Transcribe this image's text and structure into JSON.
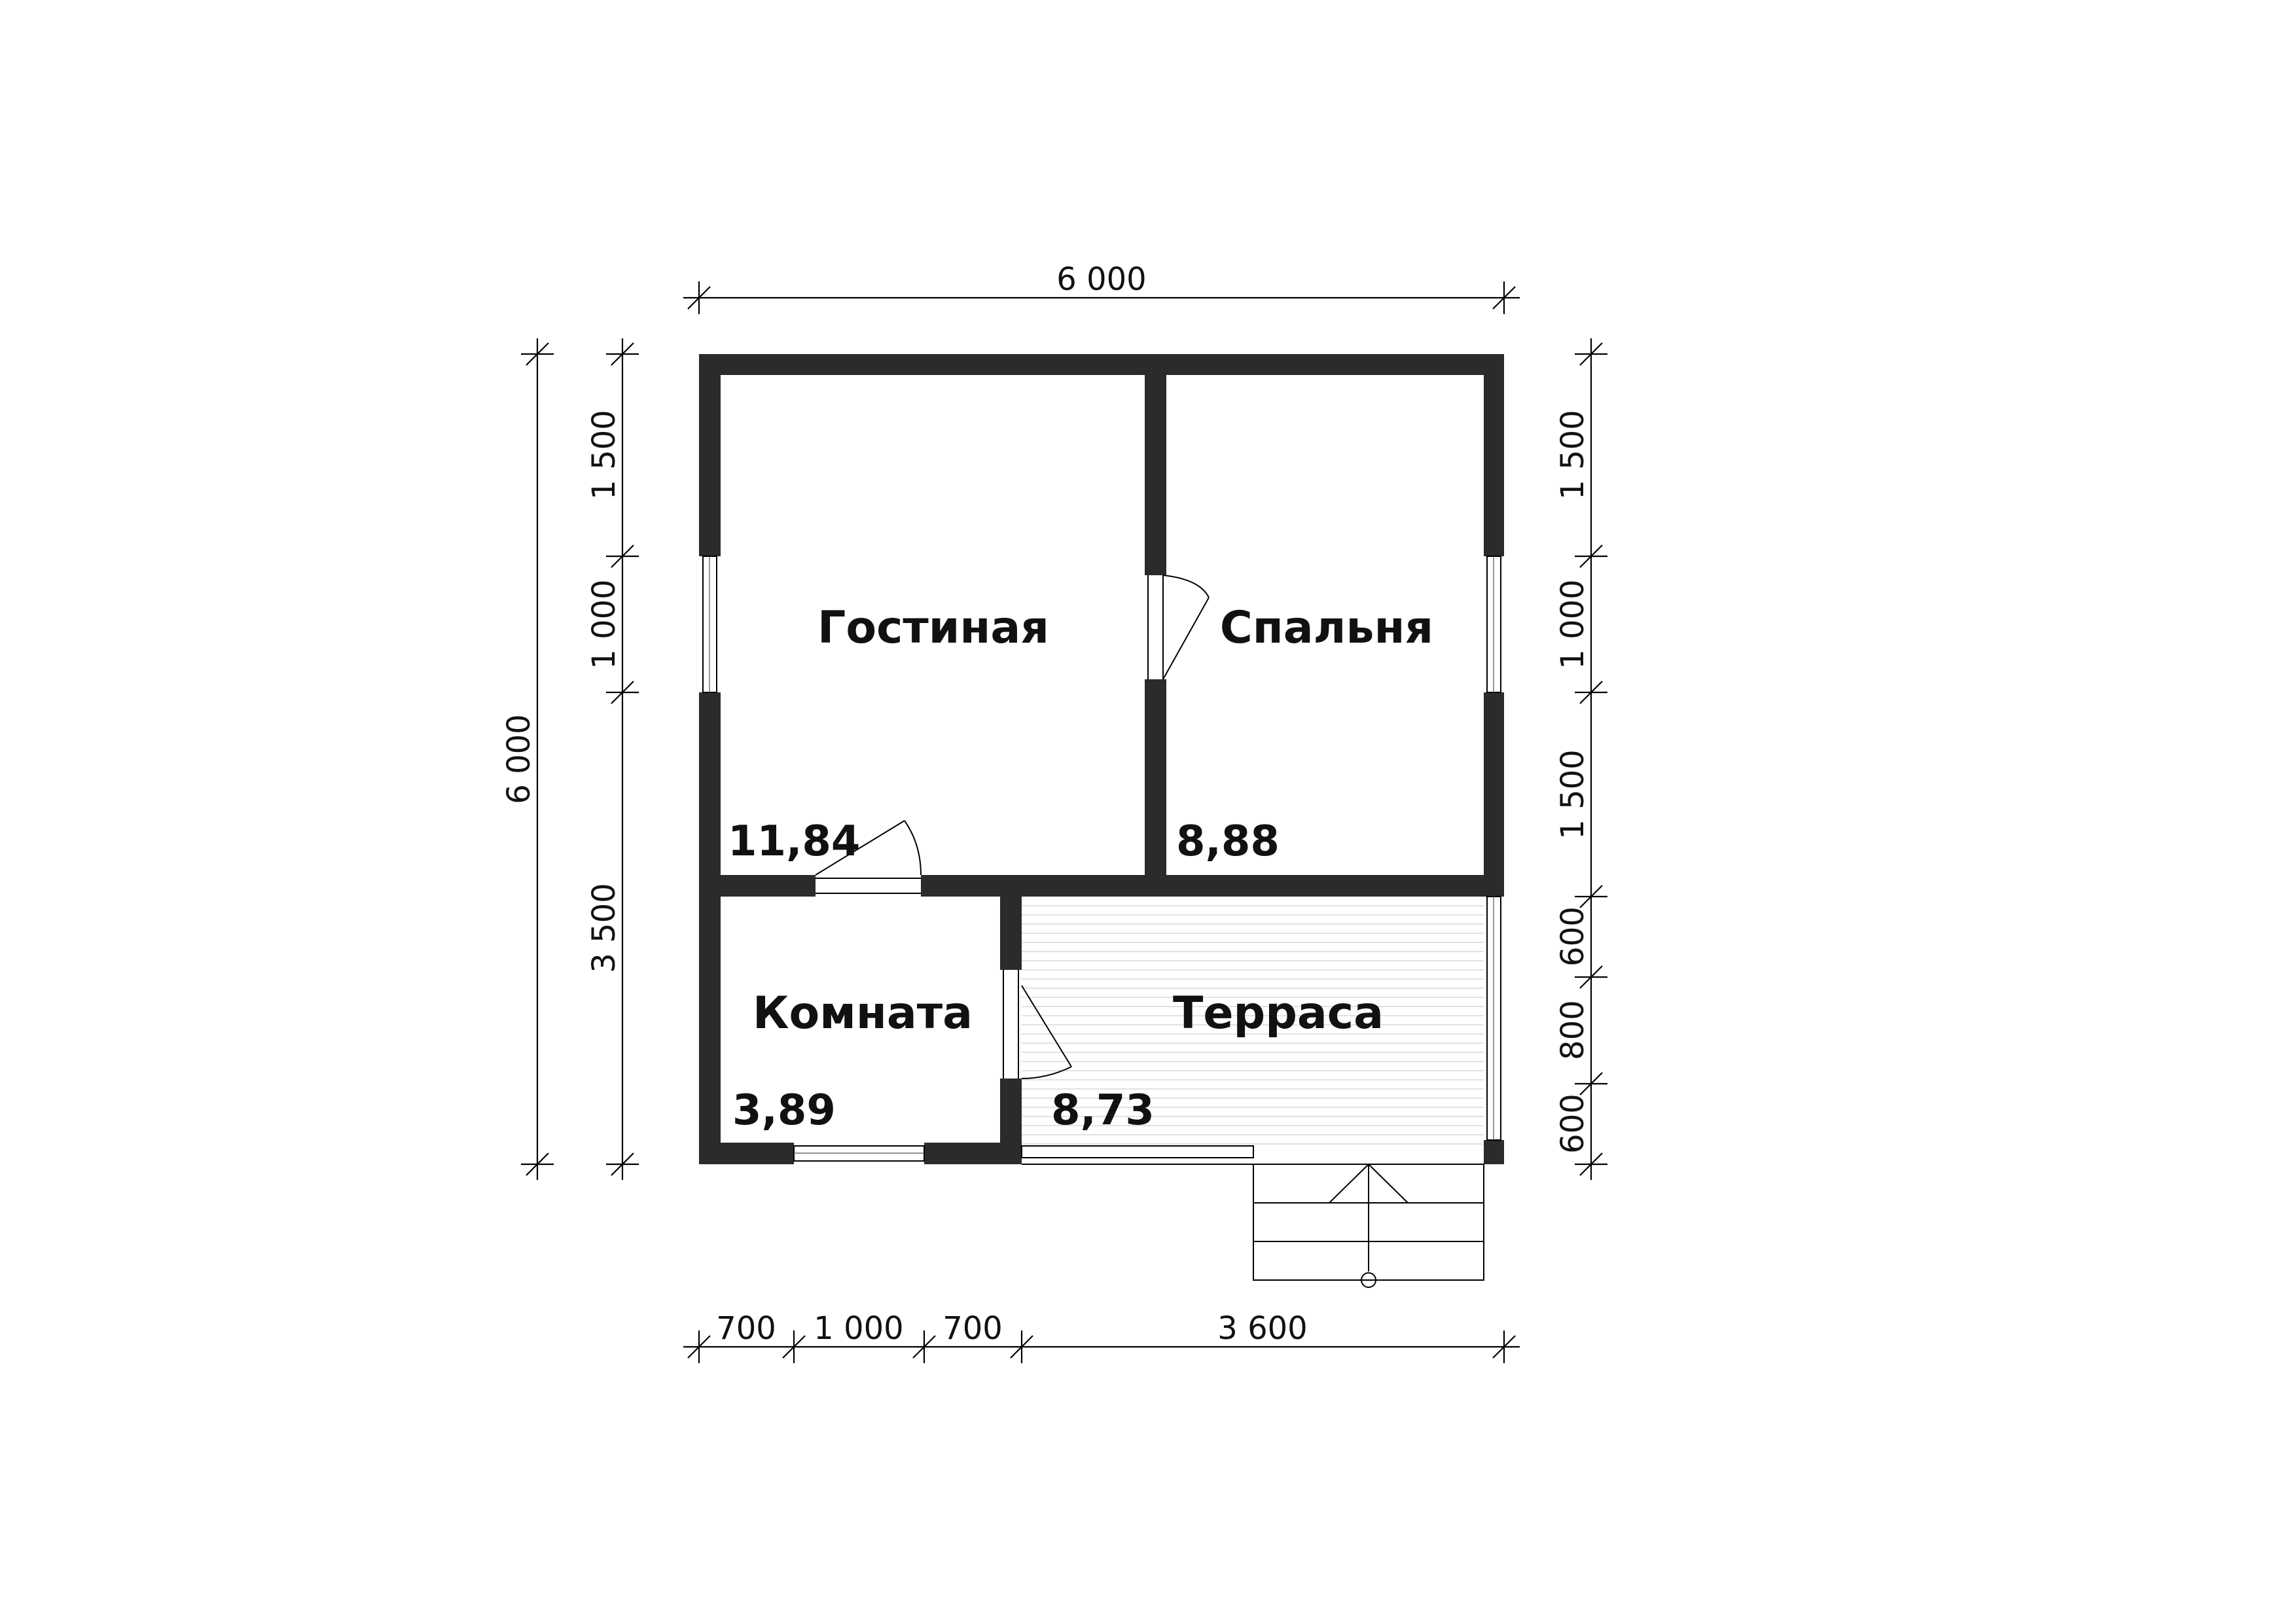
{
  "rooms": {
    "living": {
      "name": "Гостиная",
      "area": "11,84"
    },
    "bedroom": {
      "name": "Спальня",
      "area": "8,88"
    },
    "room": {
      "name": "Комната",
      "area": "3,89"
    },
    "terrace": {
      "name": "Терраса",
      "area": "8,73"
    }
  },
  "dimensions": {
    "top": "6 000",
    "left_total": "6 000",
    "left_segments": [
      "1 500",
      "1 000",
      "3 500"
    ],
    "right_segments": [
      "1 500",
      "1 000",
      "1 500",
      "600",
      "800",
      "600"
    ],
    "bottom_segments": [
      "700",
      "1 000",
      "700",
      "3 600"
    ]
  },
  "colors": {
    "wall": "#2b2b2b",
    "line": "#000000"
  }
}
